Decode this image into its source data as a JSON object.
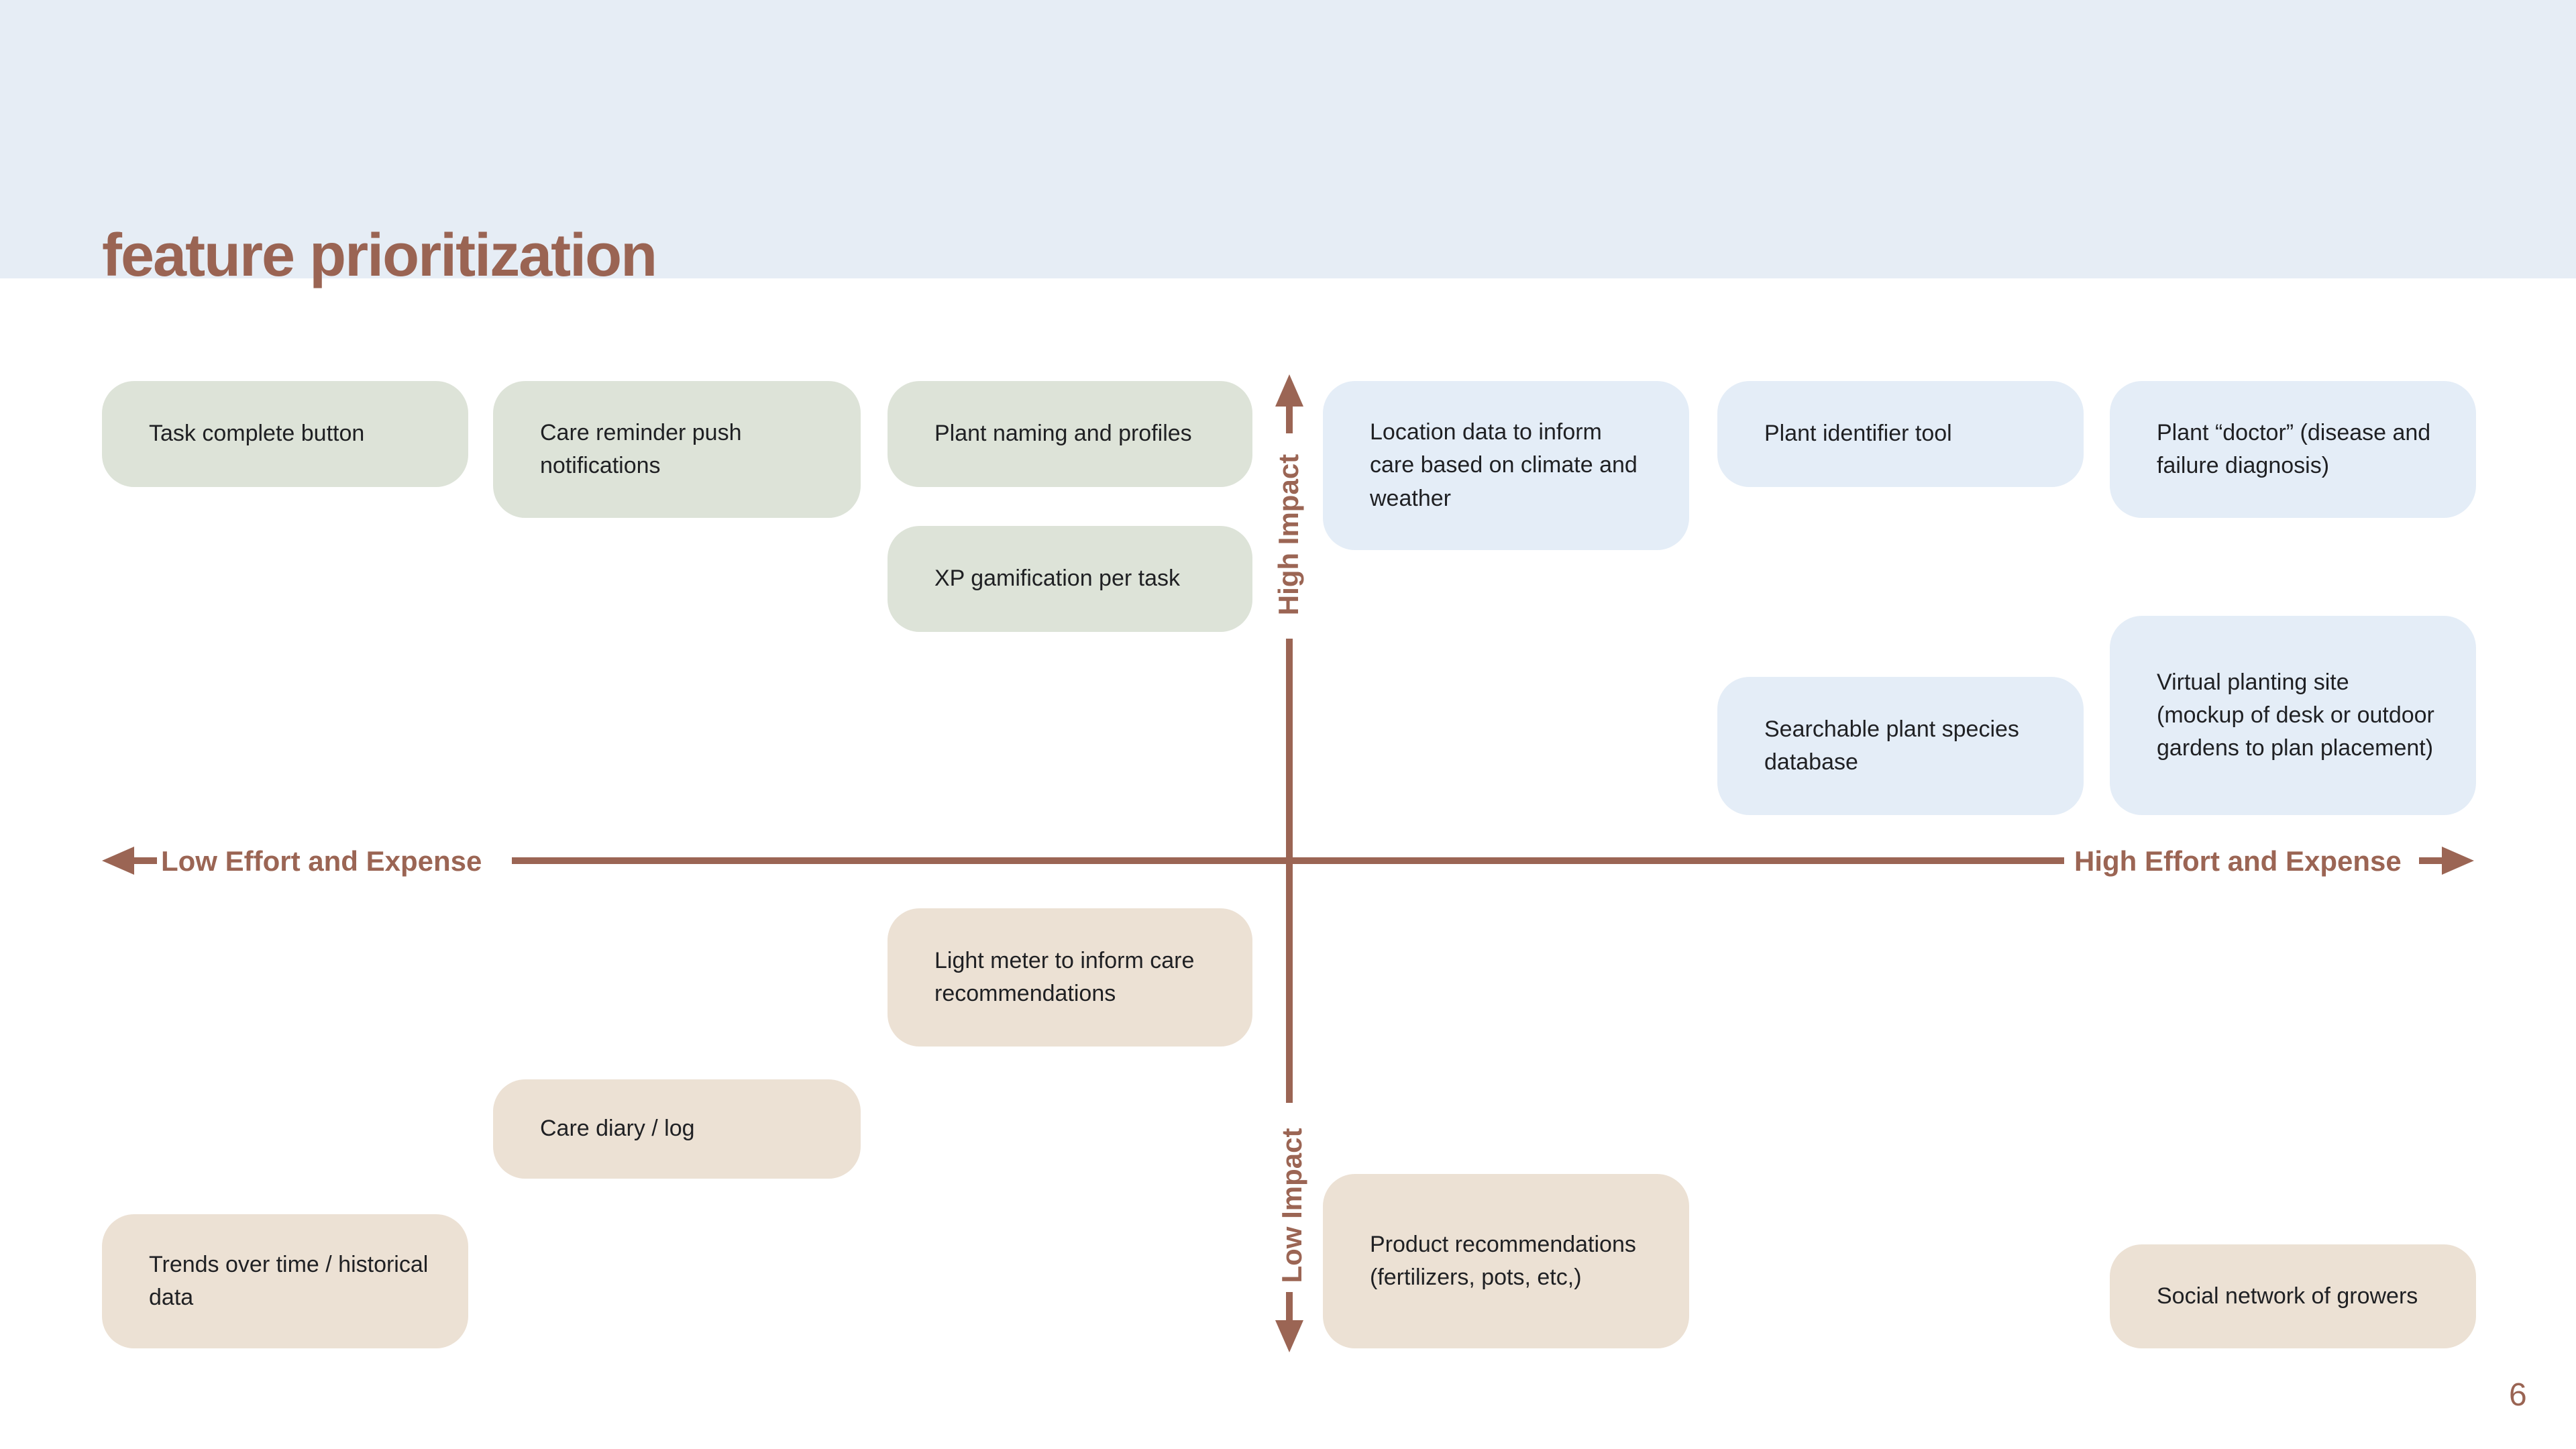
{
  "slide": {
    "title": "feature prioritization",
    "page_number": "6"
  },
  "matrix": {
    "x_axis": {
      "left": "Low Effort and Expense",
      "right": "High Effort and Expense"
    },
    "y_axis": {
      "top": "High Impact",
      "bottom": "Low Impact"
    },
    "cards": [
      {
        "label": "Task complete button",
        "color": "green",
        "quadrant": "high-impact-low-effort"
      },
      {
        "label": "Care reminder push notifications",
        "color": "green",
        "quadrant": "high-impact-low-effort"
      },
      {
        "label": "Plant naming and profiles",
        "color": "green",
        "quadrant": "high-impact-low-effort"
      },
      {
        "label": "XP gamification per task",
        "color": "green",
        "quadrant": "high-impact-low-effort"
      },
      {
        "label": "Location data to inform care based on climate and weather",
        "color": "blue",
        "quadrant": "high-impact-high-effort"
      },
      {
        "label": "Plant identifier tool",
        "color": "blue",
        "quadrant": "high-impact-high-effort"
      },
      {
        "label": "Plant “doctor” (disease and failure diagnosis)",
        "color": "blue",
        "quadrant": "high-impact-high-effort"
      },
      {
        "label": "Searchable plant species database",
        "color": "blue",
        "quadrant": "high-impact-high-effort"
      },
      {
        "label": "Virtual planting site (mockup of desk or outdoor gardens to plan placement)",
        "color": "blue",
        "quadrant": "high-impact-high-effort"
      },
      {
        "label": "Light meter to inform care recommendations",
        "color": "beige",
        "quadrant": "low-impact-low-effort"
      },
      {
        "label": "Care diary / log",
        "color": "beige",
        "quadrant": "low-impact-low-effort"
      },
      {
        "label": "Trends over time / historical data",
        "color": "beige",
        "quadrant": "low-impact-low-effort"
      },
      {
        "label": "Product recommendations (fertilizers, pots, etc,)",
        "color": "beige",
        "quadrant": "low-impact-high-effort"
      },
      {
        "label": "Social network of growers",
        "color": "beige",
        "quadrant": "low-impact-high-effort"
      }
    ]
  },
  "colors": {
    "header_band": "#e6edf5",
    "accent_brown": "#9b6554",
    "card_green": "#dde3d8",
    "card_blue": "#e4edf7",
    "card_beige": "#ece1d4",
    "card_text": "#1f2023"
  }
}
